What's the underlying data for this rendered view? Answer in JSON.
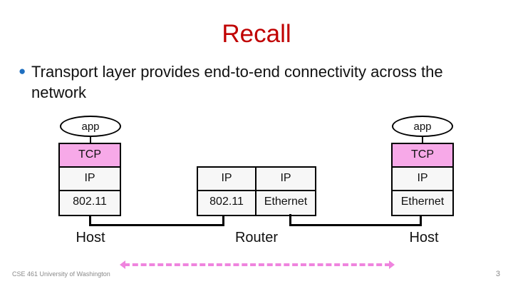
{
  "slide": {
    "title": "Recall",
    "title_color": "#C00000",
    "background": "#FFFFFF"
  },
  "body": {
    "bullets": [
      "Transport layer provides end-to-end connectivity across the network"
    ],
    "bullet_marker_color": "#1F6FC0"
  },
  "diagram": {
    "accent_pink": "#F7A9E8",
    "arrow_color": "#EF84DE",
    "arrow_style": "dashed-double-headed",
    "nodes": [
      {
        "name": "left-host",
        "caption": "Host",
        "app_label": "app",
        "layers": [
          {
            "label": "TCP",
            "highlight": true
          },
          {
            "label": "IP",
            "highlight": false
          },
          {
            "label": "802.11",
            "highlight": false
          }
        ]
      },
      {
        "name": "router",
        "caption": "Router",
        "app_label": null,
        "columns": [
          {
            "layers": [
              {
                "label": "IP",
                "highlight": false
              },
              {
                "label": "802.11",
                "highlight": false
              }
            ]
          },
          {
            "layers": [
              {
                "label": "IP",
                "highlight": false
              },
              {
                "label": "Ethernet",
                "highlight": false
              }
            ]
          }
        ]
      },
      {
        "name": "right-host",
        "caption": "Host",
        "app_label": "app",
        "layers": [
          {
            "label": "TCP",
            "highlight": true
          },
          {
            "label": "IP",
            "highlight": false
          },
          {
            "label": "Ethernet",
            "highlight": false
          }
        ]
      }
    ]
  },
  "footer": {
    "course": "CSE 461 University of Washington",
    "page_number": "3"
  }
}
